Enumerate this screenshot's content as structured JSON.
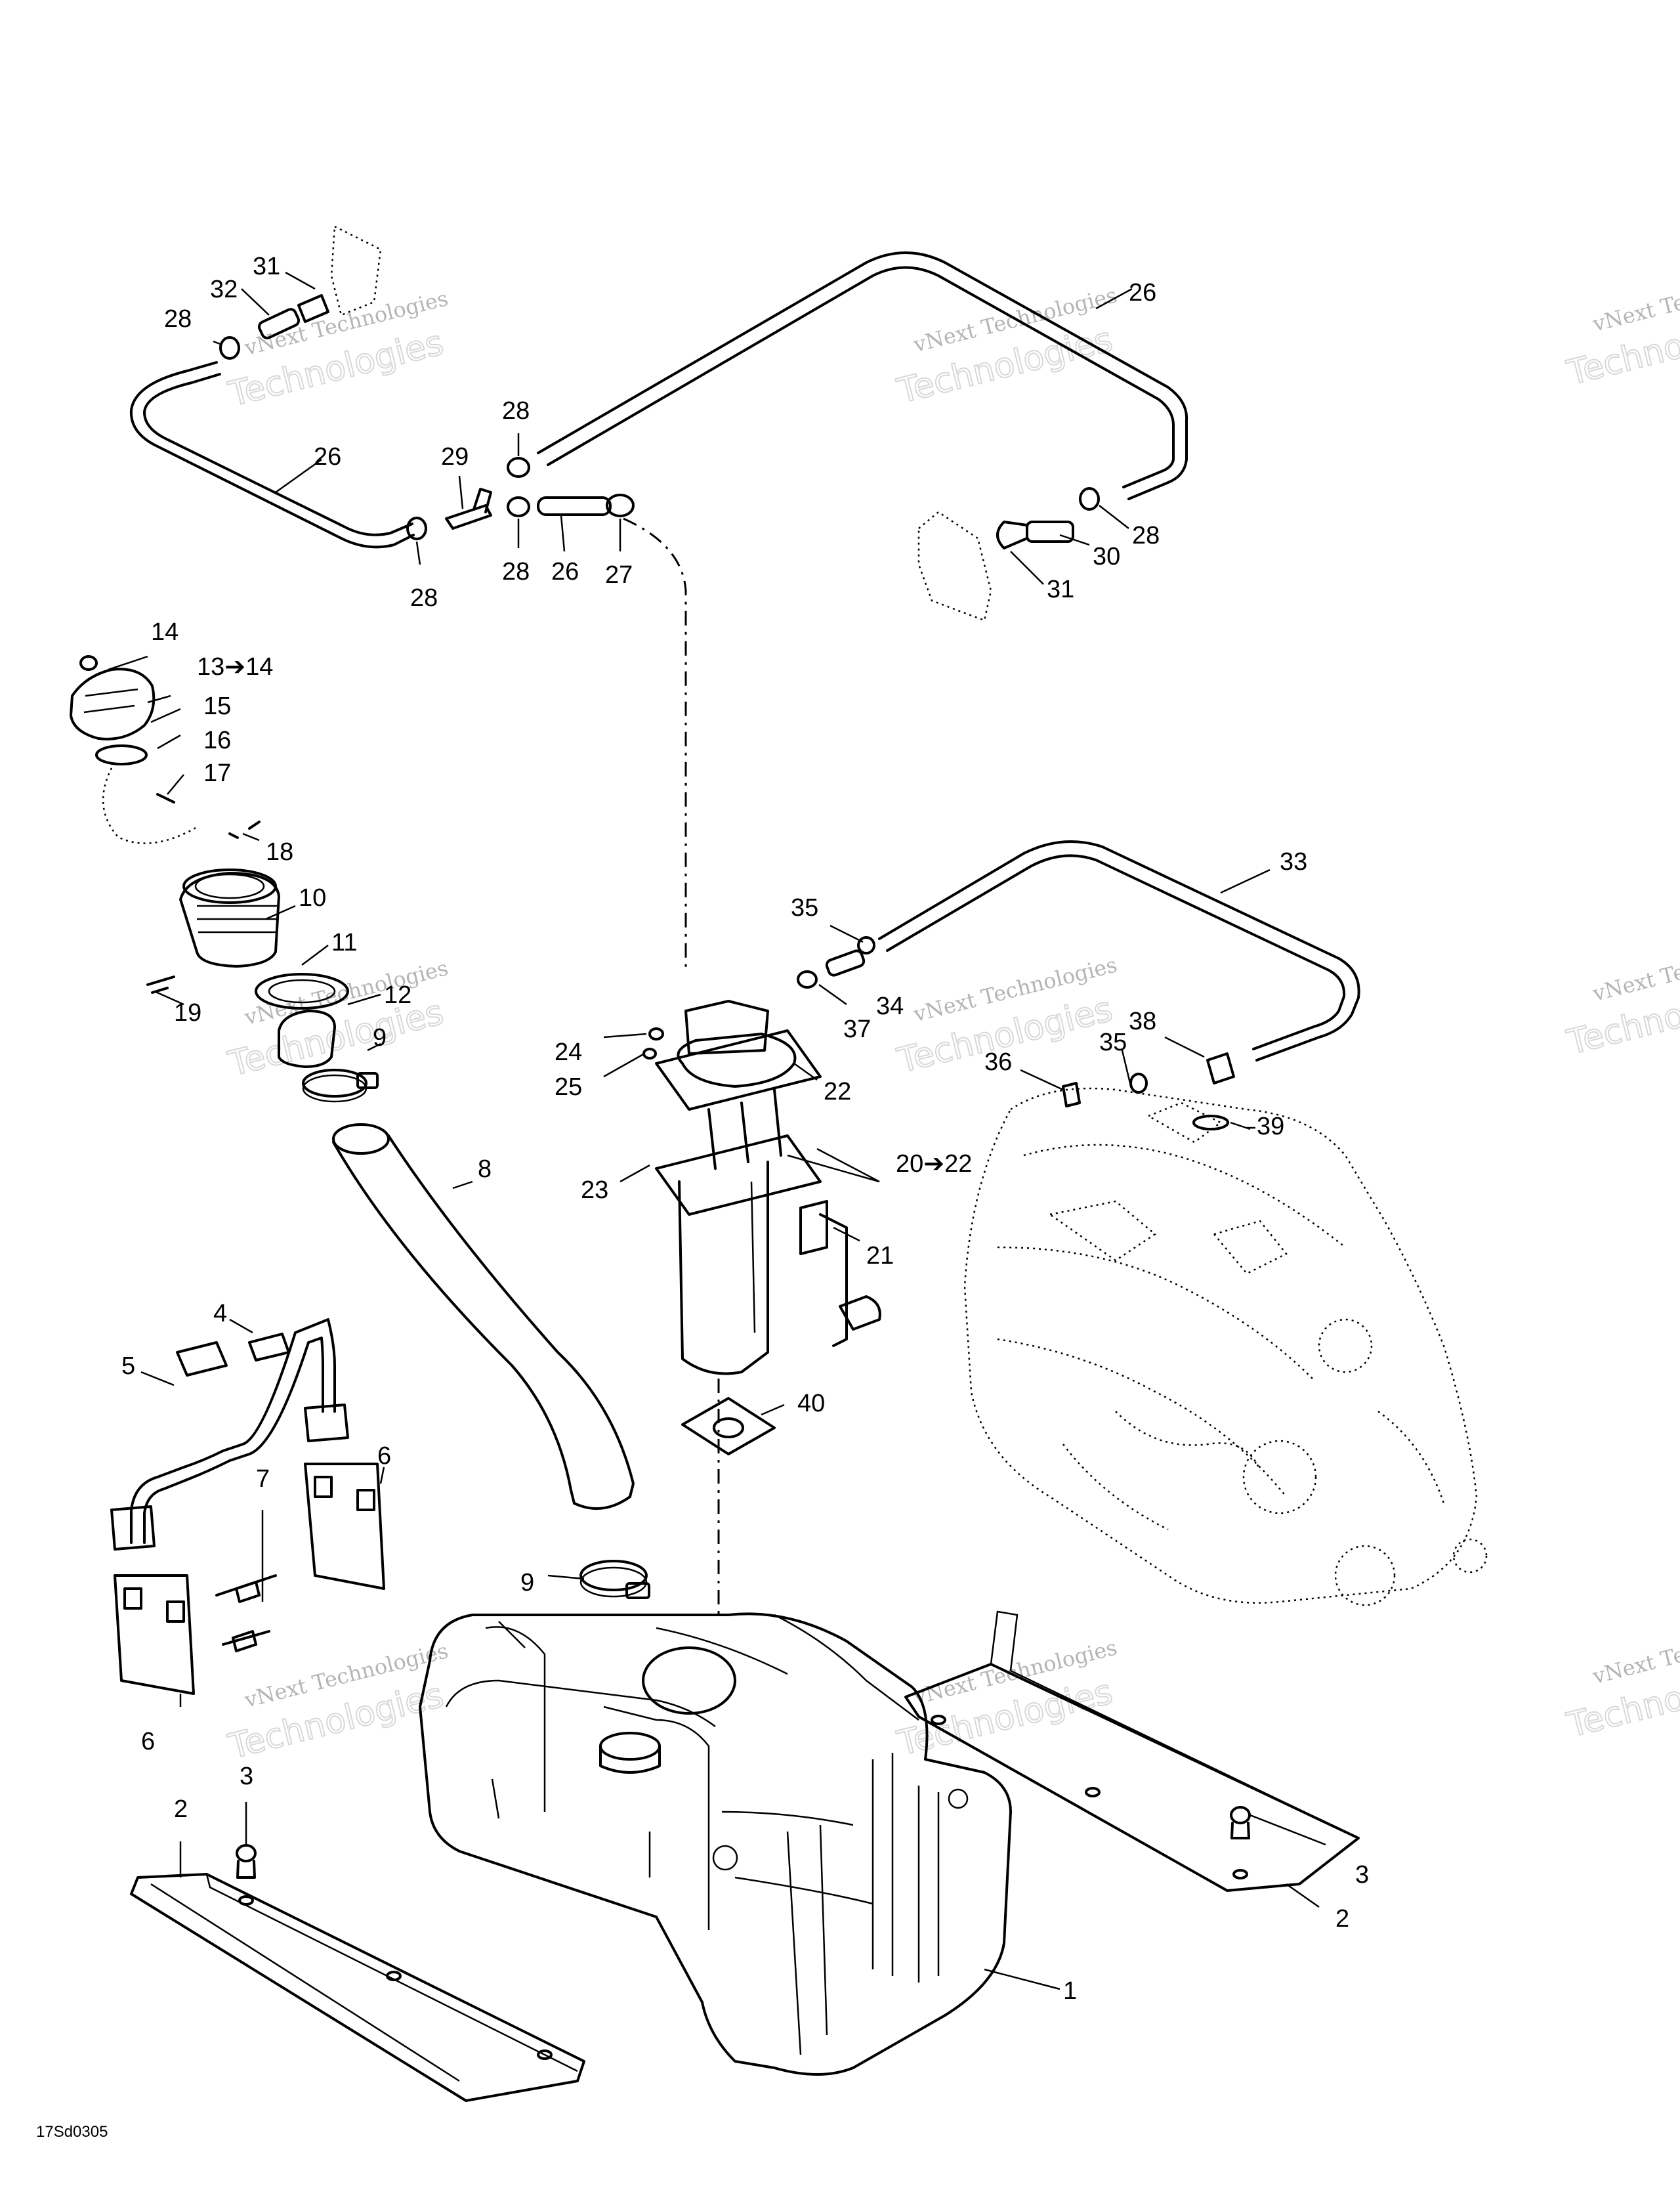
{
  "diagram": {
    "drawing_code": "17Sd0305",
    "callouts": [
      {
        "id": "c1",
        "text": "1"
      },
      {
        "id": "c2a",
        "text": "2"
      },
      {
        "id": "c2b",
        "text": "2"
      },
      {
        "id": "c3a",
        "text": "3"
      },
      {
        "id": "c3b",
        "text": "3"
      },
      {
        "id": "c4",
        "text": "4"
      },
      {
        "id": "c5",
        "text": "5"
      },
      {
        "id": "c6a",
        "text": "6"
      },
      {
        "id": "c6b",
        "text": "6"
      },
      {
        "id": "c7",
        "text": "7"
      },
      {
        "id": "c8",
        "text": "8"
      },
      {
        "id": "c9a",
        "text": "9"
      },
      {
        "id": "c9b",
        "text": "9"
      },
      {
        "id": "c10",
        "text": "10"
      },
      {
        "id": "c11",
        "text": "11"
      },
      {
        "id": "c12",
        "text": "12"
      },
      {
        "id": "c13",
        "text": "13➔14"
      },
      {
        "id": "c14",
        "text": "14"
      },
      {
        "id": "c15",
        "text": "15"
      },
      {
        "id": "c16",
        "text": "16"
      },
      {
        "id": "c17",
        "text": "17"
      },
      {
        "id": "c18",
        "text": "18"
      },
      {
        "id": "c19",
        "text": "19"
      },
      {
        "id": "c20",
        "text": "20➔22"
      },
      {
        "id": "c21",
        "text": "21"
      },
      {
        "id": "c22",
        "text": "22"
      },
      {
        "id": "c23",
        "text": "23"
      },
      {
        "id": "c24",
        "text": "24"
      },
      {
        "id": "c25",
        "text": "25"
      },
      {
        "id": "c26a",
        "text": "26"
      },
      {
        "id": "c26b",
        "text": "26"
      },
      {
        "id": "c26c",
        "text": "26"
      },
      {
        "id": "c27",
        "text": "27"
      },
      {
        "id": "c28a",
        "text": "28"
      },
      {
        "id": "c28b",
        "text": "28"
      },
      {
        "id": "c28c",
        "text": "28"
      },
      {
        "id": "c28d",
        "text": "28"
      },
      {
        "id": "c28e",
        "text": "28"
      },
      {
        "id": "c29",
        "text": "29"
      },
      {
        "id": "c30",
        "text": "30"
      },
      {
        "id": "c31a",
        "text": "31"
      },
      {
        "id": "c31b",
        "text": "31"
      },
      {
        "id": "c32",
        "text": "32"
      },
      {
        "id": "c33",
        "text": "33"
      },
      {
        "id": "c34",
        "text": "34"
      },
      {
        "id": "c35a",
        "text": "35"
      },
      {
        "id": "c35b",
        "text": "35"
      },
      {
        "id": "c36",
        "text": "36"
      },
      {
        "id": "c37",
        "text": "37"
      },
      {
        "id": "c38",
        "text": "38"
      },
      {
        "id": "c39",
        "text": "39"
      },
      {
        "id": "c40",
        "text": "40"
      }
    ],
    "watermark": {
      "line1": "vNext Technologies",
      "line2": "Technologies",
      "line1_cut": "vNext Te",
      "line2_cut": "Techno"
    }
  }
}
